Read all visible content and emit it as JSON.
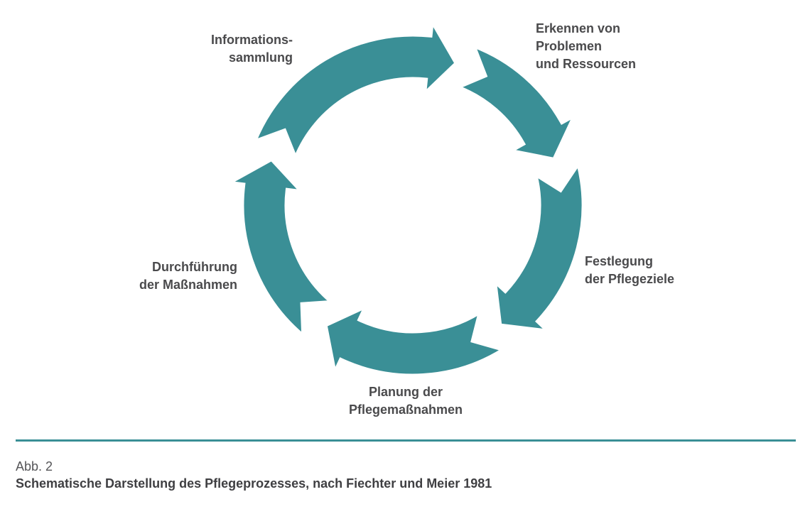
{
  "colors": {
    "arrow": "#3a8f96",
    "text": "#4a4a4c",
    "divider": "#3a8f96"
  },
  "steps": [
    {
      "line1": "Informations-",
      "line2": "sammlung",
      "line3": ""
    },
    {
      "line1": "Erkennen von",
      "line2": "Problemen",
      "line3": "und Ressourcen"
    },
    {
      "line1": "Festlegung",
      "line2": "der Pflegeziele",
      "line3": ""
    },
    {
      "line1": "Planung der",
      "line2": "Pflegemaßnahmen",
      "line3": ""
    },
    {
      "line1": "Durchführung",
      "line2": "der Maßnahmen",
      "line3": ""
    }
  ],
  "caption": {
    "number": "Abb. 2",
    "title": "Schematische Darstellung des Pflegeprozesses, nach Fiechter und Meier 1981"
  }
}
